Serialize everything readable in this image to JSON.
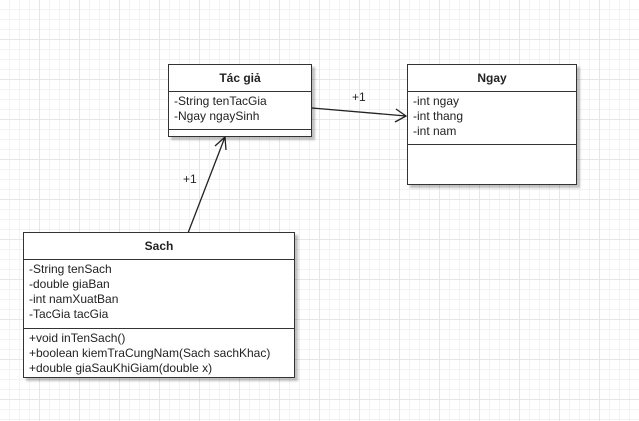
{
  "classes": {
    "tacgia": {
      "name": "Tác giả",
      "attributes": [
        "-String tenTacGia",
        "-Ngay ngaySinh"
      ],
      "methods": []
    },
    "ngay": {
      "name": "Ngay",
      "attributes": [
        "-int ngay",
        "-int thang",
        "-int nam"
      ],
      "methods": []
    },
    "sach": {
      "name": "Sach",
      "attributes": [
        "-String tenSach",
        "-double giaBan",
        "-int namXuatBan",
        "-TacGia tacGia"
      ],
      "methods": [
        "+void inTenSach()",
        "+boolean kiemTraCungNam(Sach sachKhac)",
        "+double giaSauKhiGiam(double x)"
      ]
    }
  },
  "associations": [
    {
      "from": "tacgia",
      "to": "ngay",
      "multiplicity": "+1"
    },
    {
      "from": "sach",
      "to": "tacgia",
      "multiplicity": "+1"
    }
  ]
}
